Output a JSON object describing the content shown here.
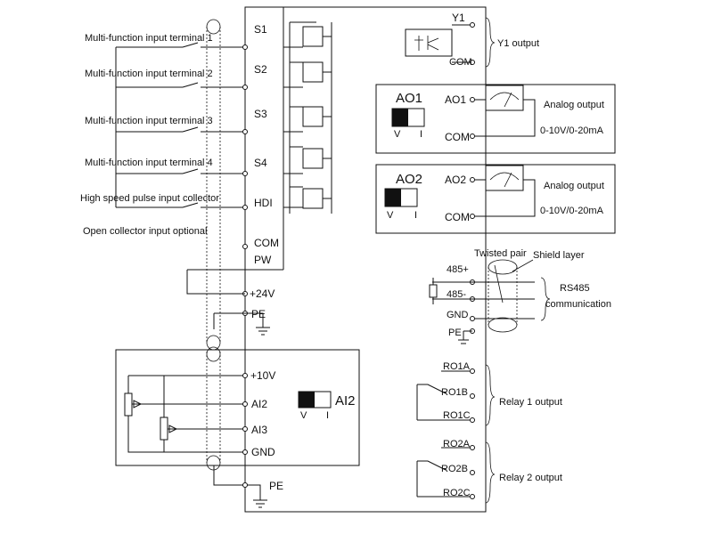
{
  "inputs": {
    "mf1": "Multi-function input terminal 1",
    "mf2": "Multi-function input terminal 2",
    "mf3": "Multi-function input terminal 3",
    "mf4": "Multi-function input terminal 4",
    "hs": "High speed pulse input collector",
    "oc": "Open collector input optional"
  },
  "terminals": {
    "s1": "S1",
    "s2": "S2",
    "s3": "S3",
    "s4": "S4",
    "hdi": "HDI",
    "com": "COM",
    "pw": "PW",
    "v24": "+24V",
    "pe1": "PE",
    "v10": "+10V",
    "ai2": "AI2",
    "ai3": "AI3",
    "gnd": "GND",
    "pe2": "PE",
    "y1": "Y1",
    "ycom": "COM",
    "ao1": "AO1",
    "ao1com": "COM",
    "ao2": "AO2",
    "ao2com": "COM",
    "p485": "485+",
    "m485": "485-",
    "rgnd": "GND",
    "rpe": "PE",
    "ro1a": "RO1A",
    "ro1b": "RO1B",
    "ro1c": "RO1C",
    "ro2a": "RO2A",
    "ro2b": "RO2B",
    "ro2c": "RO2C"
  },
  "switches": {
    "ao1": {
      "title": "AO1",
      "v": "V",
      "i": "I"
    },
    "ao2": {
      "title": "AO2",
      "v": "V",
      "i": "I"
    },
    "ai2": {
      "title": "AI2",
      "v": "V",
      "i": "I"
    }
  },
  "outputs": {
    "y1": "Y1 output",
    "analog": "Analog output",
    "range": "0-10V/0-20mA",
    "analog2": "Analog output",
    "range2": "0-10V/0-20mA",
    "twisted": "Twisted pair",
    "shield": "Shield  layer",
    "rs485a": "RS485",
    "rs485b": "communication",
    "relay1": "Relay 1 output",
    "relay2": "Relay 2 output"
  }
}
